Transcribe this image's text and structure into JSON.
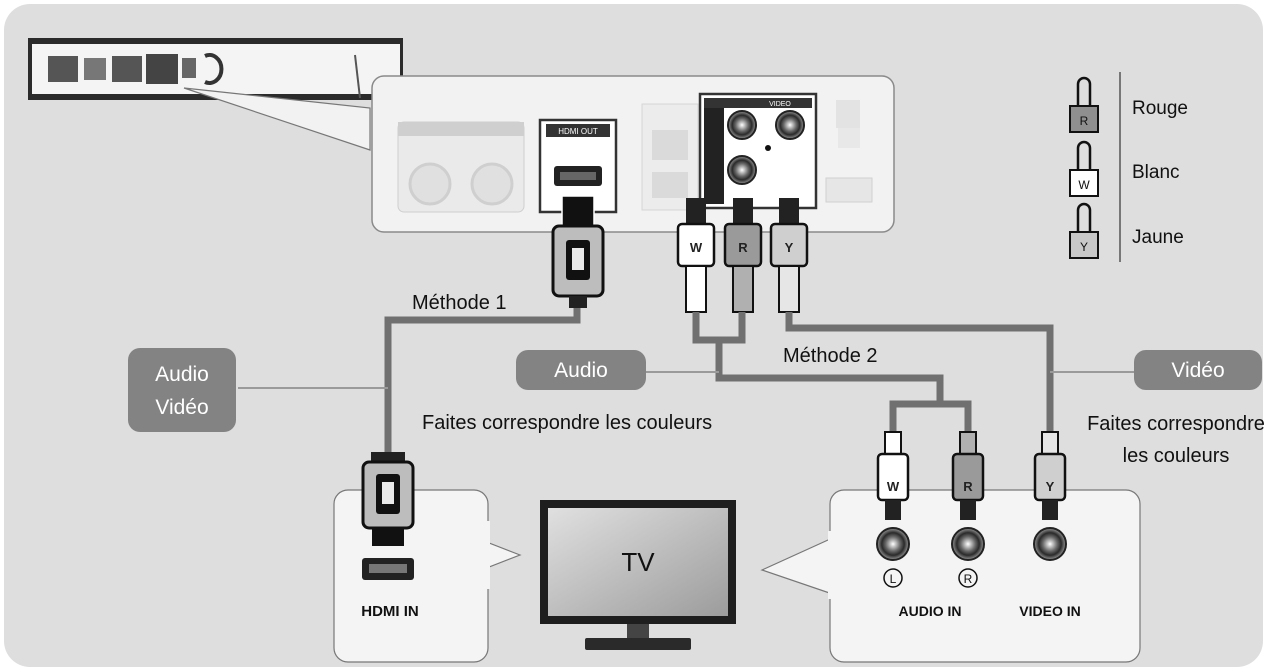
{
  "legend": {
    "rouge": {
      "letter": "R",
      "label": "Rouge"
    },
    "blanc": {
      "letter": "W",
      "label": "Blanc"
    },
    "jaune": {
      "letter": "Y",
      "label": "Jaune"
    }
  },
  "player_panel": {
    "hdmi_out": "HDMI OUT",
    "video": "VIDEO"
  },
  "cable_letters": {
    "w": "W",
    "r": "R",
    "y": "Y"
  },
  "methods": {
    "m1": "Méthode 1",
    "m2": "Méthode 2"
  },
  "tags": {
    "audio_video_1": "Audio",
    "audio_video_2": "Vidéo",
    "audio": "Audio",
    "video": "Vidéo"
  },
  "hints": {
    "match_colors": "Faites correspondre les couleurs",
    "match_colors_1": "Faites correspondre",
    "match_colors_2": "les couleurs"
  },
  "tv": {
    "label": "TV",
    "hdmi_in": "HDMI IN",
    "audio_in": "AUDIO IN",
    "video_in": "VIDEO IN",
    "left_mark": "L",
    "right_mark": "R"
  },
  "colors": {
    "background": "#dedede",
    "tag": "#838383",
    "cable": "#707070",
    "panel": "#f2f2f2"
  }
}
